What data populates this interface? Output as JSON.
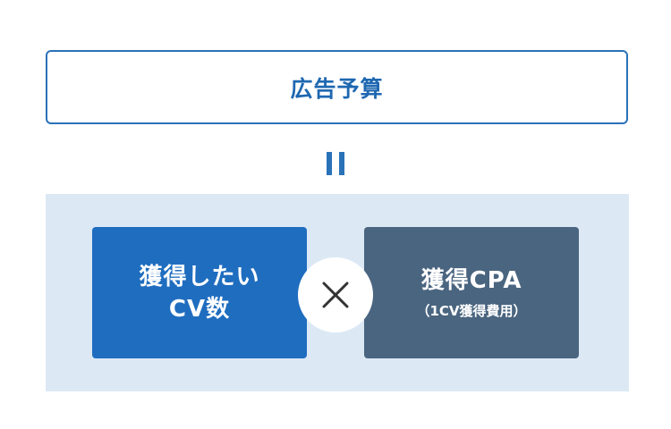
{
  "top": {
    "label": "広告予算"
  },
  "operators": {
    "equals": "equals-icon",
    "multiply": "multiply-icon"
  },
  "left_factor": {
    "line1": "獲得したい",
    "line2": "CV数"
  },
  "right_factor": {
    "title": "獲得CPA",
    "note": "（1CV獲得費用）"
  },
  "colors": {
    "accent_blue": "#2a72b8",
    "left_box": "#1f6dbf",
    "right_box": "#4a6580",
    "panel_bg": "#dce9f5"
  }
}
